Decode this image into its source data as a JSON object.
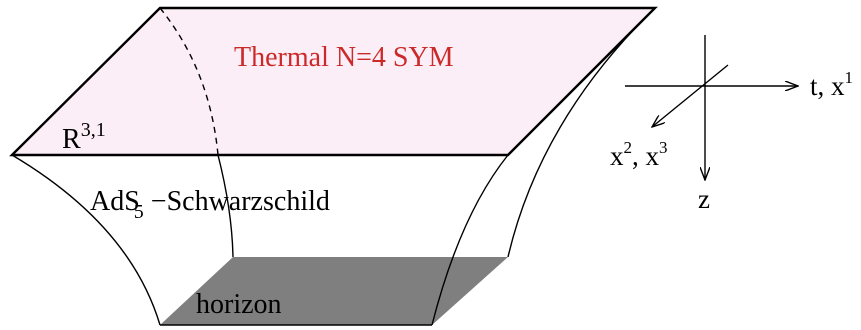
{
  "labels": {
    "boundary_title": "Thermal N=4 SYM",
    "boundary_space_base": "R",
    "boundary_space_sup": "3,1",
    "bulk_base": "AdS",
    "bulk_sub": "5",
    "bulk_suffix": " −Schwarzschild",
    "horizon": "horizon"
  },
  "axes": {
    "horizontal_label": "t, x",
    "horizontal_sup": "1",
    "diagonal_label_a": "x",
    "diagonal_sup_a": "2",
    "diagonal_sep": ", x",
    "diagonal_sup_b": "3",
    "vertical_label": "z"
  },
  "colors": {
    "boundary_fill": "#fbeef6",
    "boundary_text": "#cc2a2a",
    "horizon_fill": "#7f7f7f",
    "line": "#000000"
  }
}
